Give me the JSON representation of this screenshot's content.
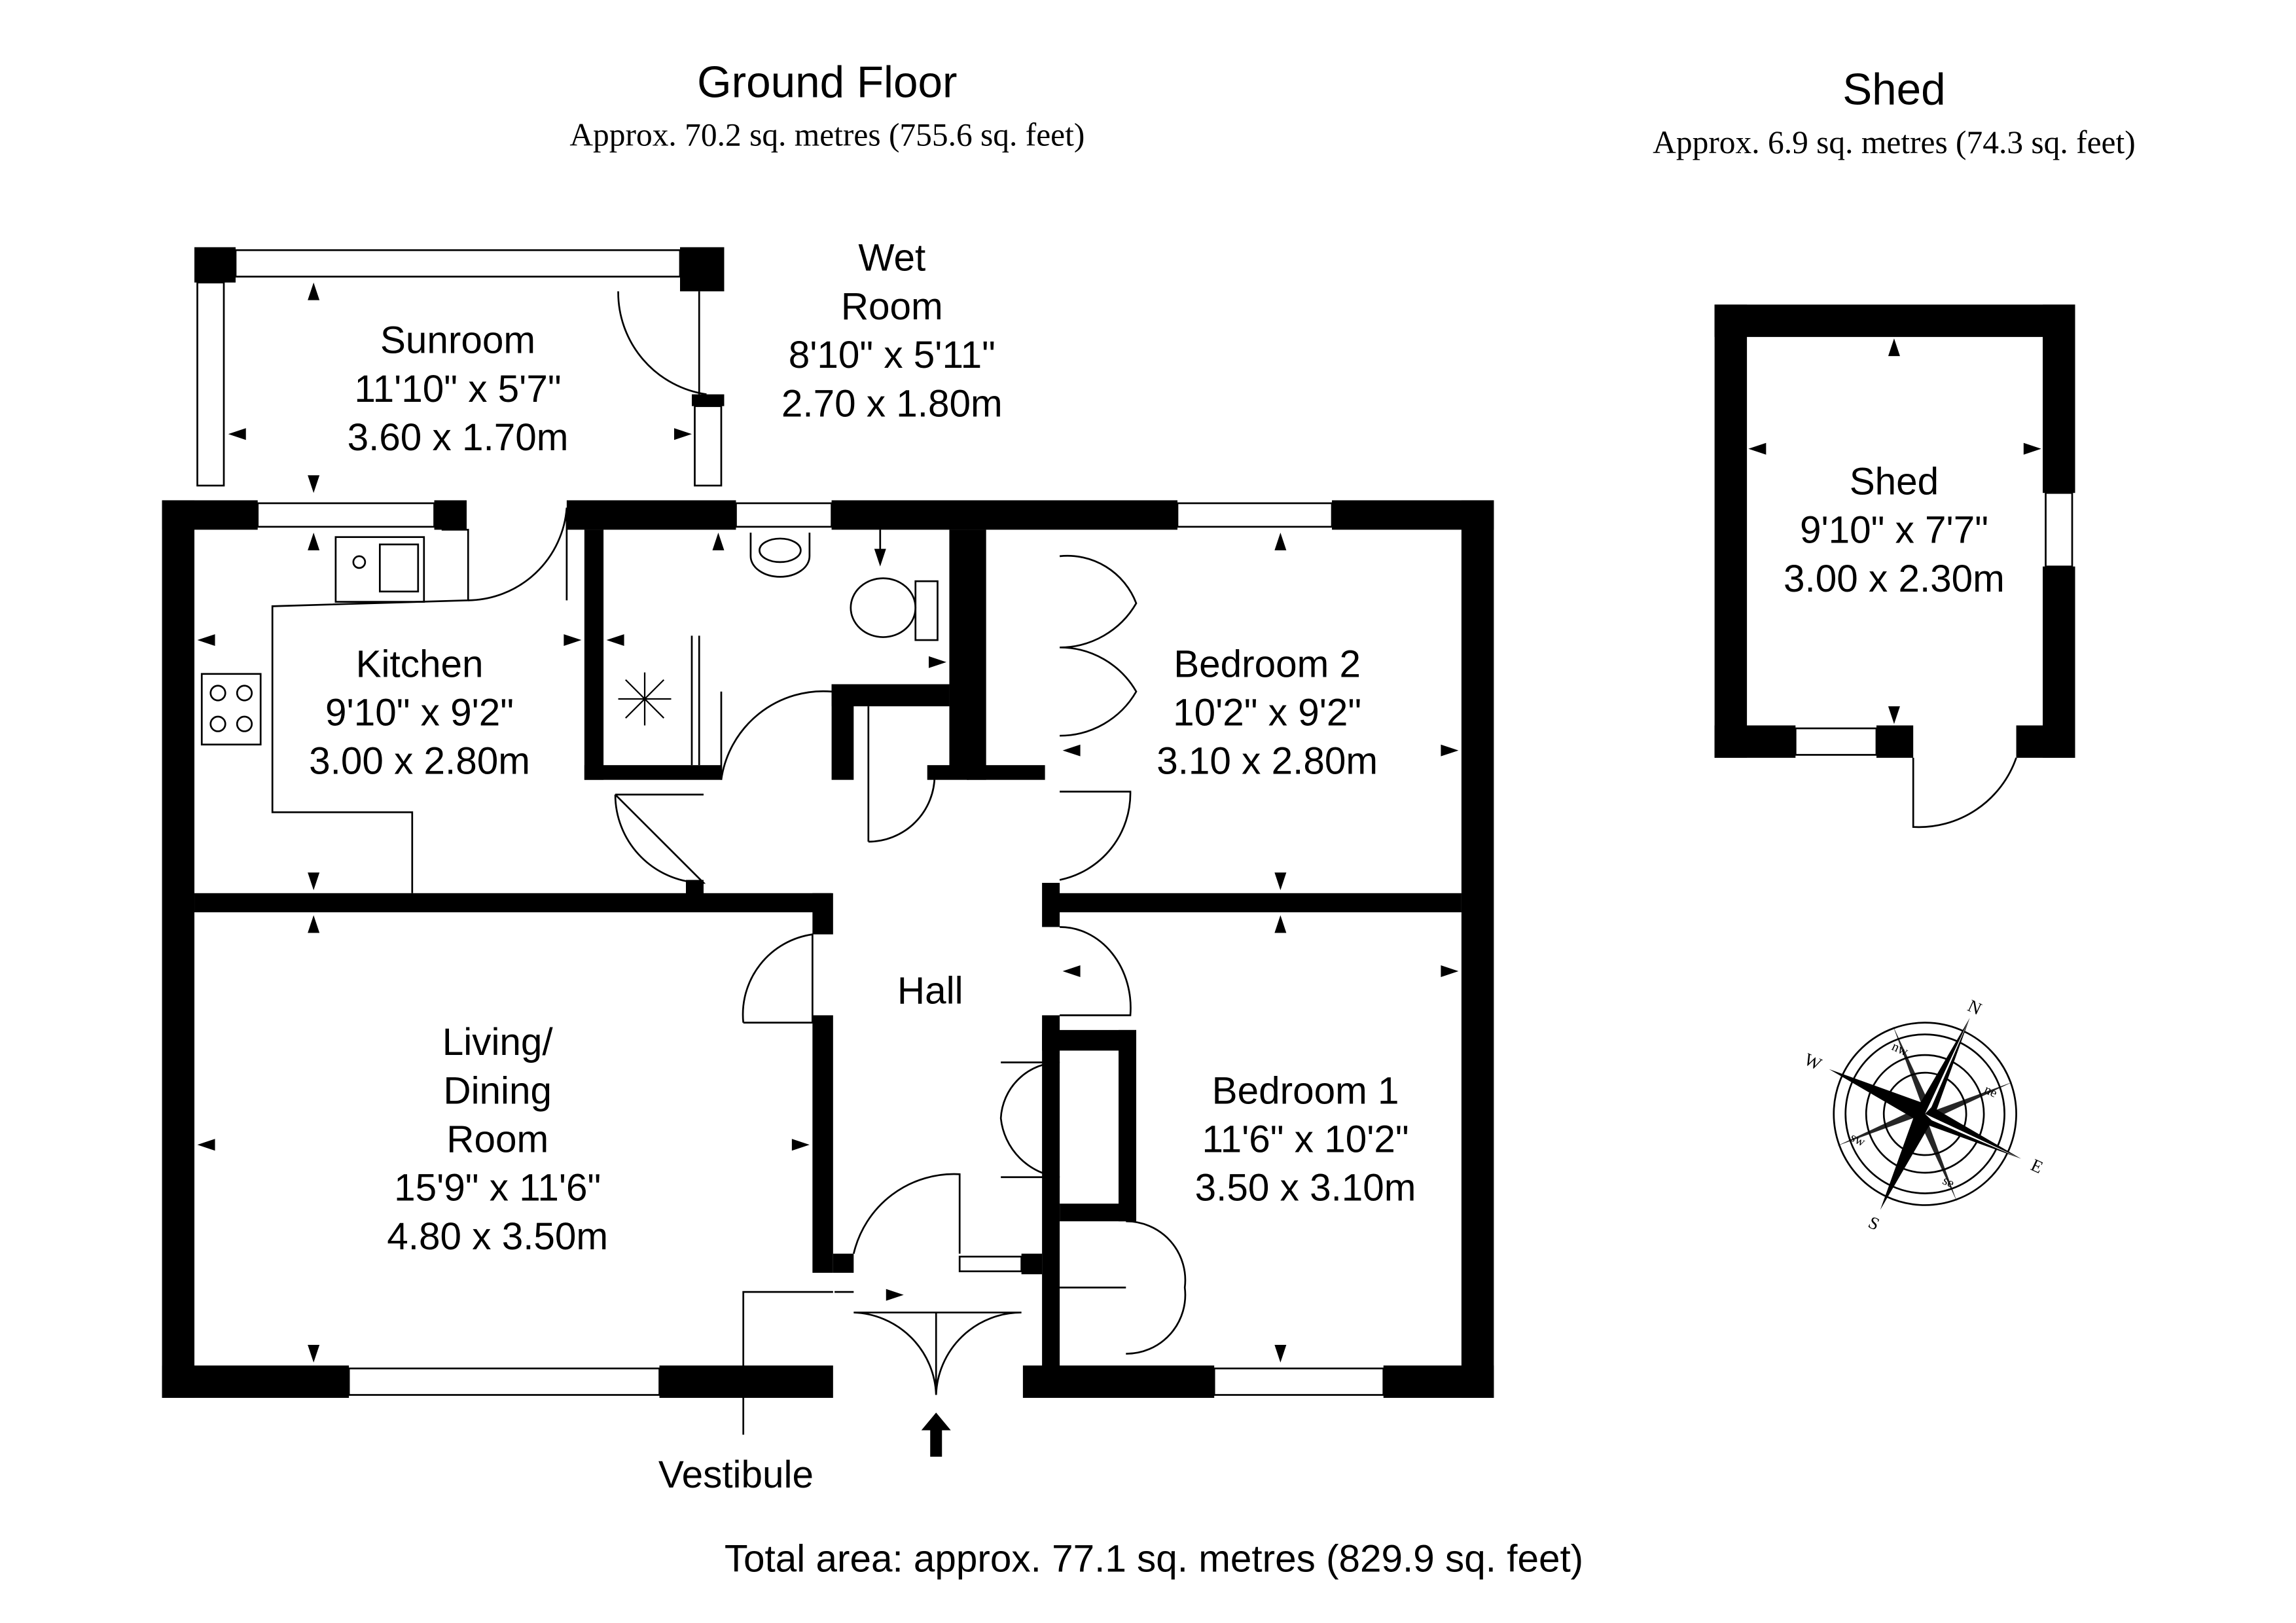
{
  "ground_floor": {
    "title": "Ground Floor",
    "area": "Approx. 70.2 sq. metres (755.6 sq. feet)"
  },
  "shed_header": {
    "title": "Shed",
    "area": "Approx. 6.9 sq. metres (74.3 sq. feet)"
  },
  "rooms": {
    "sunroom": {
      "name": "Sunroom",
      "imperial": "11'10\" x 5'7\"",
      "metric": "3.60 x 1.70m"
    },
    "wet_room": {
      "name1": "Wet",
      "name2": "Room",
      "imperial": "8'10\" x 5'11\"",
      "metric": "2.70 x 1.80m"
    },
    "kitchen": {
      "name": "Kitchen",
      "imperial": "9'10\" x 9'2\"",
      "metric": "3.00 x 2.80m"
    },
    "bedroom2": {
      "name": "Bedroom 2",
      "imperial": "10'2\" x 9'2\"",
      "metric": "3.10 x 2.80m"
    },
    "hall": {
      "name": "Hall"
    },
    "living": {
      "name1": "Living/",
      "name2": "Dining",
      "name3": "Room",
      "imperial": "15'9\" x 11'6\"",
      "metric": "4.80 x 3.50m"
    },
    "bedroom1": {
      "name": "Bedroom 1",
      "imperial": "11'6\" x 10'2\"",
      "metric": "3.50 x 3.10m"
    },
    "vestibule": {
      "name": "Vestibule"
    },
    "shed": {
      "name": "Shed",
      "imperial": "9'10\" x 7'7\"",
      "metric": "3.00 x 2.30m"
    }
  },
  "compass": {
    "n": "N",
    "e": "E",
    "s": "S",
    "w": "W",
    "ne": "ne",
    "nw": "nw",
    "se": "se",
    "sw": "sw"
  },
  "total_area": "Total area: approx. 77.1 sq. metres (829.9 sq. feet)"
}
